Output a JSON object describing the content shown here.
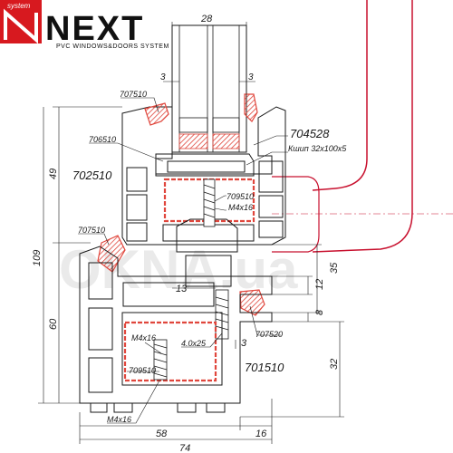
{
  "logo": {
    "system_tag": "system",
    "brand": "NEXT",
    "tagline": "PVC WINDOWS&DOORS SYSTEM"
  },
  "watermark": "OKNA.ua",
  "parts": {
    "p707510_top": "707510",
    "p706510": "706510",
    "p704528": "704528",
    "kashing": "Кшип 32x100x5",
    "p702510": "702510",
    "p709510_top": "709510",
    "m4x16_top": "M4x16",
    "p707510_mid": "707510",
    "p707520": "707520",
    "m4x16_left": "M4x16",
    "screw_4x25": "4.0x25",
    "p709510_bot": "709510",
    "p701510": "701510",
    "m4x16_bot": "M4x16"
  },
  "dimensions": {
    "glass": "28",
    "rebate_left": "3",
    "rebate_right": "3",
    "h49": "49",
    "h109": "109",
    "h60": "60",
    "d13": "13",
    "d35": "35",
    "d12": "12",
    "d8": "8",
    "d3": "3",
    "d32": "32",
    "w58": "58",
    "w16": "16",
    "w74": "74"
  },
  "colors": {
    "logo_red": "#d7191f",
    "reinforcement": "#e0463c",
    "seal": "#e8524a",
    "handle": "#c8102e",
    "line": "#1a1a1a"
  }
}
